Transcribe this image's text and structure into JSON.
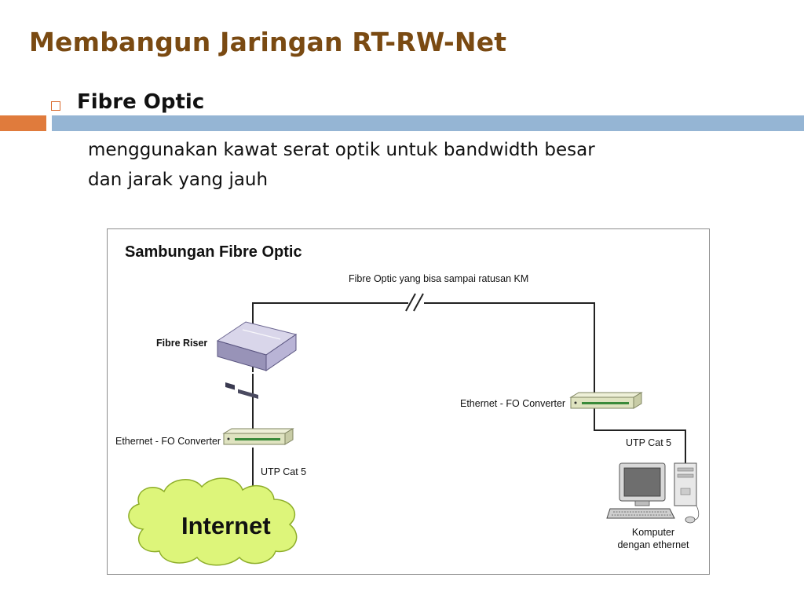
{
  "slide": {
    "title": "Membangun Jaringan RT-RW-Net",
    "bullet_heading": "Fibre Optic",
    "body_line_1": "menggunakan kawat serat optik untuk bandwidth besar",
    "body_line_2": "dan jarak yang jauh"
  },
  "colors": {
    "title": "#7a4a12",
    "accent_orange": "#e07b3c",
    "accent_blue": "#95b5d4",
    "cloud_fill": "#ddf57a"
  },
  "diagram": {
    "title": "Sambungan Fibre Optic",
    "fibre_link_label": "Fibre Optic yang bisa sampai ratusan KM",
    "fibre_riser_label": "Fibre Riser",
    "converter_left_label": "Ethernet - FO Converter",
    "converter_right_label": "Ethernet - FO Converter",
    "utp_left_label": "UTP Cat 5",
    "utp_right_label": "UTP Cat 5",
    "internet_label": "Internet",
    "computer_label_line_1": "Komputer",
    "computer_label_line_2": "dengan ethernet"
  }
}
